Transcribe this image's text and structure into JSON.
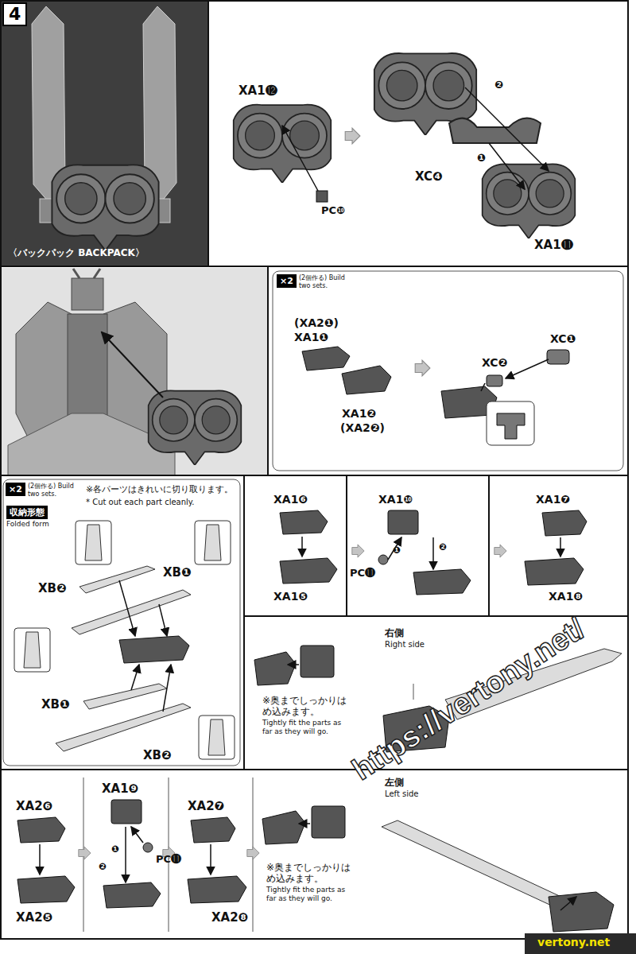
{
  "diagram": {
    "nodes": [
      {
        "text": [
          "4"
        ]
      },
      {
        "text": [
          "×2",
          "(2個作る) Build two sets."
        ]
      },
      {
        "text": [
          "×2",
          "(2個作る) Build two sets."
        ]
      },
      {
        "text": [
          "収納形態",
          "Folded form"
        ]
      }
    ],
    "labels": [
      "〈バックパック BACKPACK〉",
      "XA1⓬",
      "PC❿",
      "❷",
      "XC❹",
      "❶",
      "XA1⓫",
      "(XA2❶)",
      "XA1❶",
      "XA1❷",
      "(XA2❷)",
      "XC❷",
      "XC❶",
      "※各パーツはきれいに切り取ります。",
      "* Cut out each part cleanly.",
      "XB❷",
      "XB❶",
      "XB❶",
      "XB❷",
      "XA1❻",
      "XA1❺",
      "XA1❿",
      "PC⓫",
      "❶",
      "❷",
      "XA1❼",
      "XA1❽",
      "※奥までしっかりはめ込みます。",
      "Tightly fit the parts as far as they will go.",
      "右側",
      "Right side",
      "XA2❻",
      "XA2❺",
      "XA1❾",
      "PC⓫",
      "❶",
      "❷",
      "XA2❼",
      "XA2❽",
      "※奥までしっかりはめ込みます。",
      "Tightly fit the parts as far as they will go.",
      "左側",
      "Left side",
      "https://vertony.net/",
      "vertony.net"
    ]
  }
}
